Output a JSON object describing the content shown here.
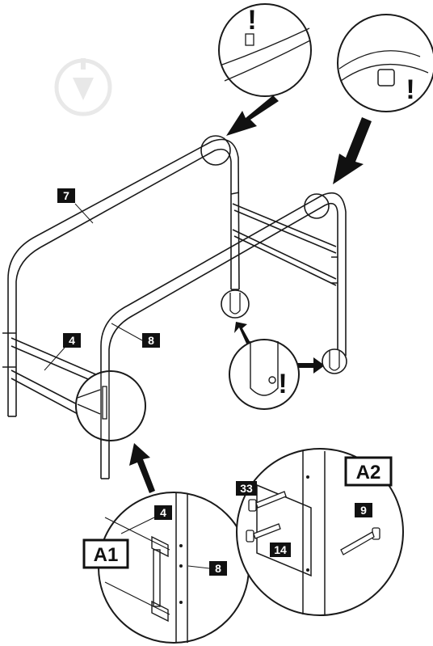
{
  "diagram": {
    "part_labels": {
      "p7": "7",
      "p4_top": "4",
      "p8_top": "8",
      "p4_detail": "4",
      "p8_detail": "8",
      "p33": "33",
      "p14": "14",
      "p9": "9"
    },
    "detail_labels": {
      "a1": "A1",
      "a2": "A2"
    },
    "warning_mark": "!"
  },
  "colors": {
    "line": "#1a1a1a",
    "label_bg": "#111111",
    "watermark": "#d9d9d9"
  }
}
